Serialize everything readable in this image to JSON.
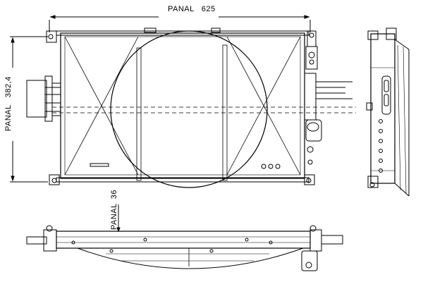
{
  "dimensions": {
    "width": {
      "prefix": "PANAL",
      "value": "625"
    },
    "height": {
      "prefix": "PANAL",
      "value": "382,4"
    },
    "depth": {
      "prefix": "PANAL",
      "value": "36"
    }
  },
  "colors": {
    "line": "#000000",
    "background": "#ffffff"
  }
}
